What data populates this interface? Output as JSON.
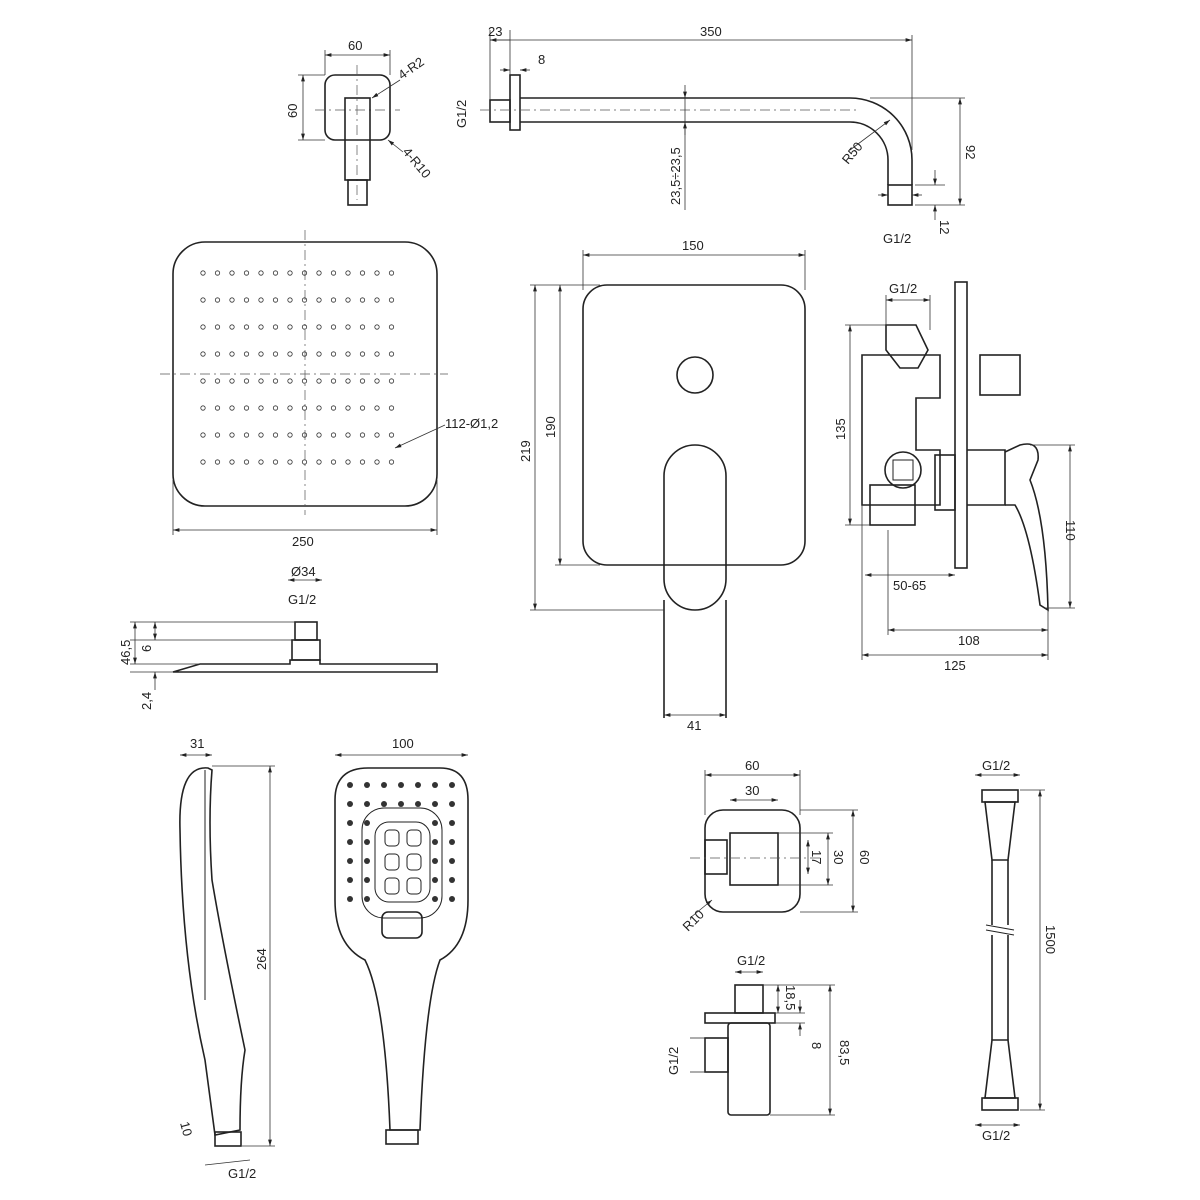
{
  "wall_connector": {
    "width": "60",
    "height": "60",
    "corner_inner": "4-R2",
    "corner_outer": "4-R10"
  },
  "shower_arm": {
    "flange_offset": "23",
    "length": "350",
    "flange_thickness": "8",
    "thread_in": "G1/2",
    "pipe_size": "23,5÷23,5",
    "bend_radius": "R50",
    "drop": "92",
    "thread_len": "12",
    "thread_out": "G1/2"
  },
  "rain_head": {
    "nozzles": "112-Ø1,2",
    "size": "250",
    "neck_dia": "Ø34",
    "thread": "G1/2",
    "height": "46,5",
    "nut": "6",
    "plate": "2,4"
  },
  "mixer_plate": {
    "width": "150",
    "total_height": "219",
    "plate_height": "190",
    "lever_width": "41"
  },
  "mixer_body": {
    "thread": "G1/2",
    "height": "135",
    "lever_drop": "110",
    "depth_range": "50-65",
    "depth_lever": "108",
    "depth_total": "125"
  },
  "hand_shower": {
    "thickness": "31",
    "width": "100",
    "length": "264",
    "thread_len": "10",
    "thread": "G1/2"
  },
  "wall_outlet": {
    "width": "60",
    "inner_width": "30",
    "inner_height": "30",
    "hole": "17",
    "height": "60",
    "radius": "R10",
    "thread_top": "G1/2",
    "top_len": "18,5",
    "flange": "8",
    "depth": "83,5",
    "thread_side": "G1/2"
  },
  "hose": {
    "thread_top": "G1/2",
    "length": "1500",
    "thread_bottom": "G1/2"
  }
}
